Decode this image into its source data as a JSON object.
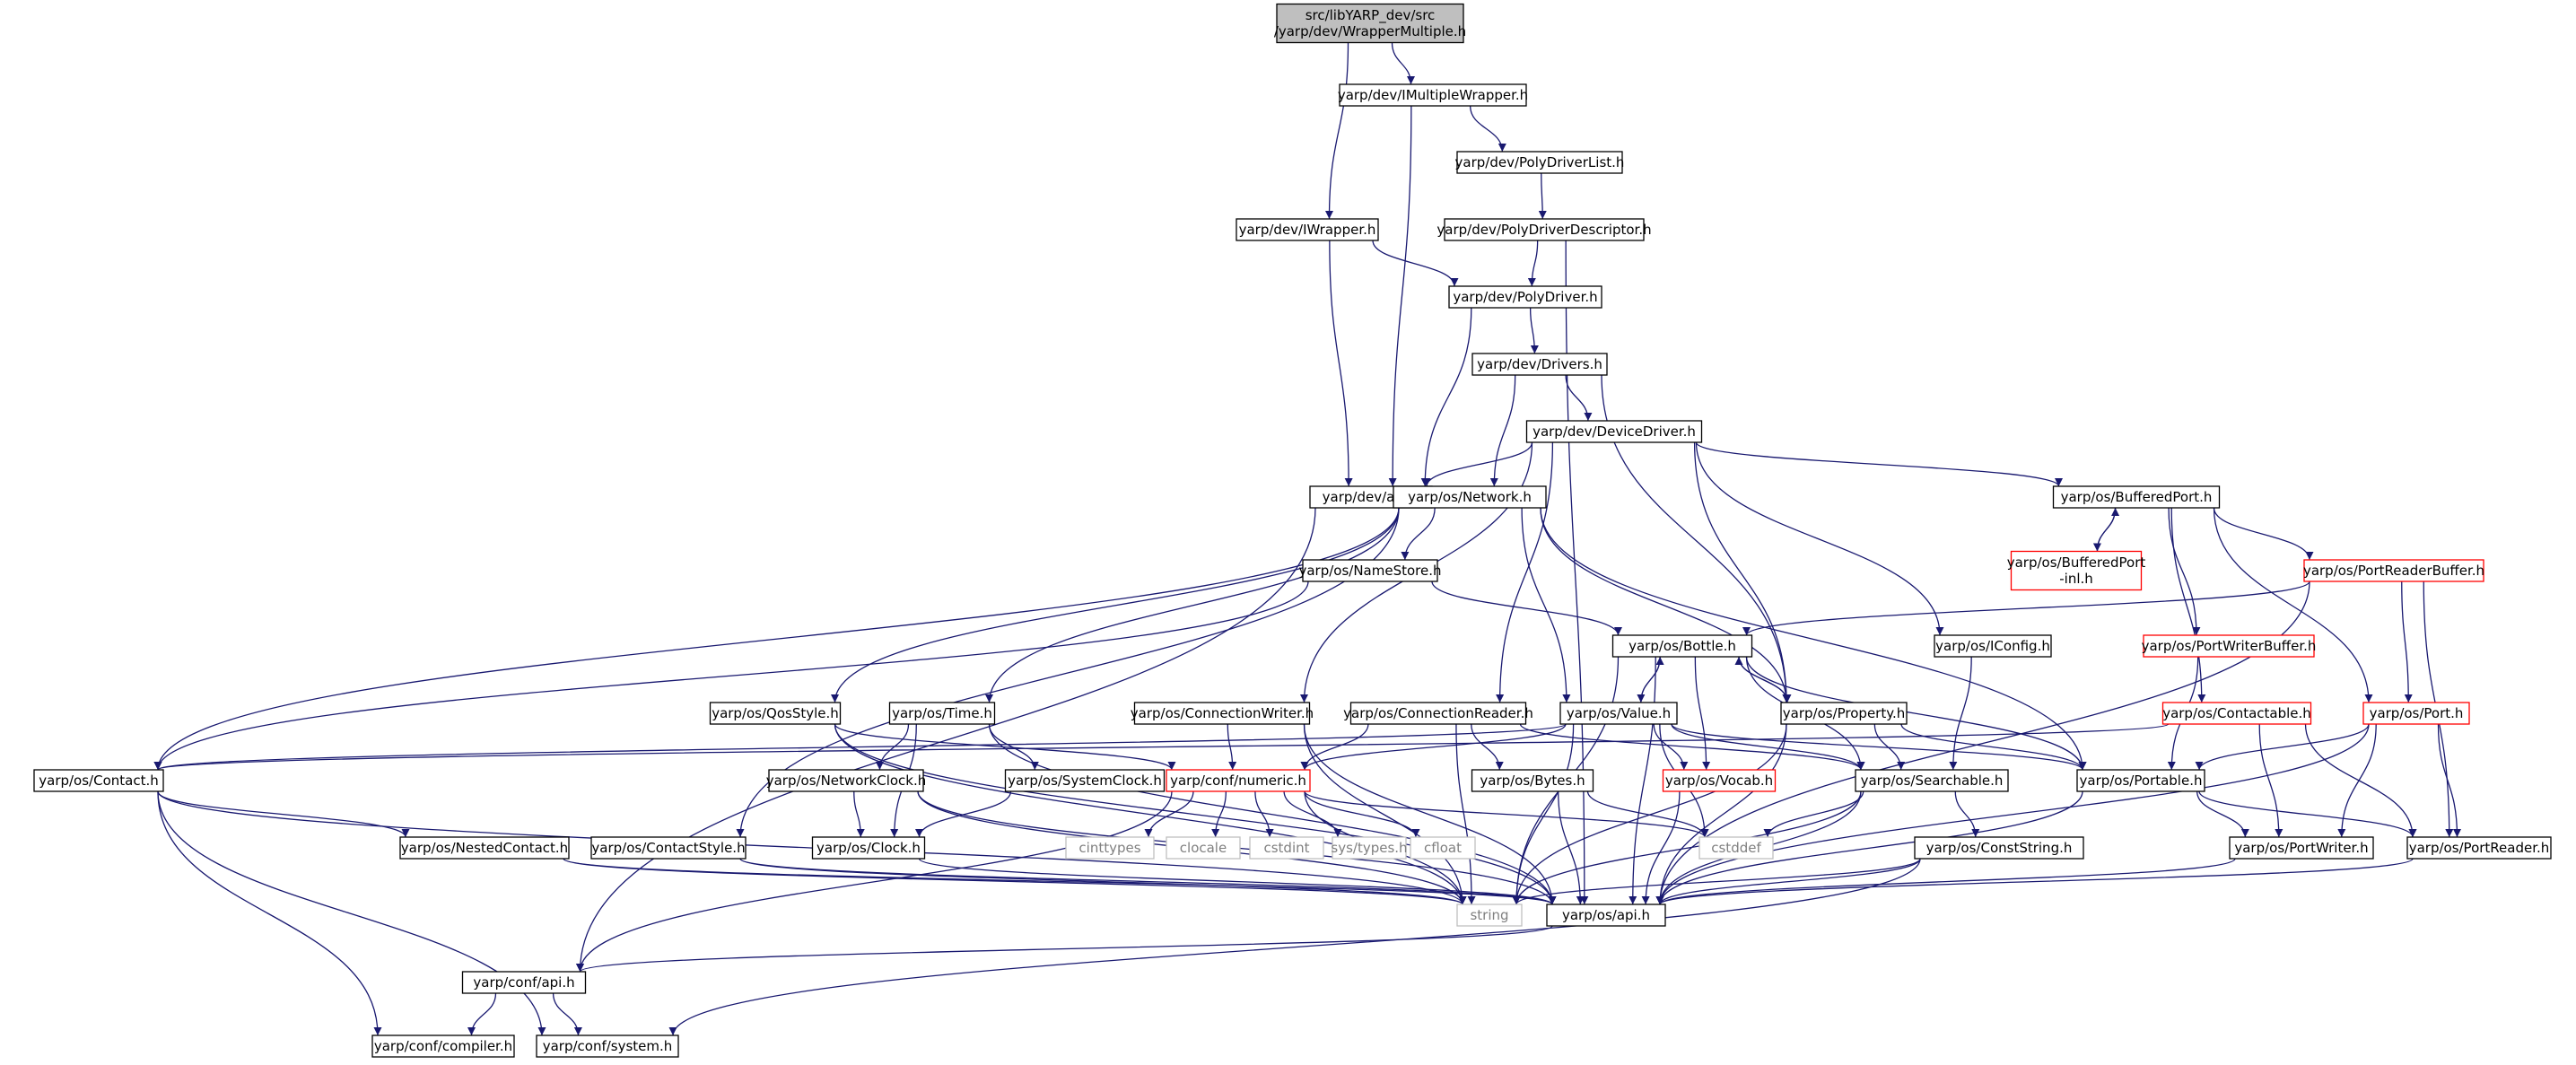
{
  "colors": {
    "edge": "#191970",
    "box_default": "#000000",
    "box_partial": "#ff0000",
    "box_external": "#bfbfbf",
    "root_fill": "#bfbfbf",
    "text": "#000000"
  },
  "nodes": [
    {
      "id": "root",
      "lines": [
        "src/libYARP_dev/src",
        "/yarp/dev/WrapperMultiple.h"
      ],
      "style": "root"
    },
    {
      "id": "imultiplewrapper",
      "lines": [
        "yarp/dev/IMultipleWrapper.h"
      ],
      "style": "default"
    },
    {
      "id": "polydriverlist",
      "lines": [
        "yarp/dev/PolyDriverList.h"
      ],
      "style": "default"
    },
    {
      "id": "polydriverdescriptor",
      "lines": [
        "yarp/dev/PolyDriverDescriptor.h"
      ],
      "style": "default"
    },
    {
      "id": "iwrapper",
      "lines": [
        "yarp/dev/IWrapper.h"
      ],
      "style": "default"
    },
    {
      "id": "polydriver",
      "lines": [
        "yarp/dev/PolyDriver.h"
      ],
      "style": "default"
    },
    {
      "id": "drivers",
      "lines": [
        "yarp/dev/Drivers.h"
      ],
      "style": "default"
    },
    {
      "id": "devicedriver",
      "lines": [
        "yarp/dev/DeviceDriver.h"
      ],
      "style": "default"
    },
    {
      "id": "devapi",
      "lines": [
        "yarp/dev/api.h"
      ],
      "style": "default"
    },
    {
      "id": "network",
      "lines": [
        "yarp/os/Network.h"
      ],
      "style": "default"
    },
    {
      "id": "bufferedport",
      "lines": [
        "yarp/os/BufferedPort.h"
      ],
      "style": "default"
    },
    {
      "id": "bufferedportinl",
      "lines": [
        "yarp/os/BufferedPort",
        "-inl.h"
      ],
      "style": "partial"
    },
    {
      "id": "portreaderbuffer",
      "lines": [
        "yarp/os/PortReaderBuffer.h"
      ],
      "style": "partial"
    },
    {
      "id": "namestore",
      "lines": [
        "yarp/os/NameStore.h"
      ],
      "style": "default"
    },
    {
      "id": "bottle",
      "lines": [
        "yarp/os/Bottle.h"
      ],
      "style": "default"
    },
    {
      "id": "iconfig",
      "lines": [
        "yarp/os/IConfig.h"
      ],
      "style": "default"
    },
    {
      "id": "portwriterbuffer",
      "lines": [
        "yarp/os/PortWriterBuffer.h"
      ],
      "style": "partial"
    },
    {
      "id": "qosstyle",
      "lines": [
        "yarp/os/QosStyle.h"
      ],
      "style": "default"
    },
    {
      "id": "time",
      "lines": [
        "yarp/os/Time.h"
      ],
      "style": "default"
    },
    {
      "id": "connectionwriter",
      "lines": [
        "yarp/os/ConnectionWriter.h"
      ],
      "style": "default"
    },
    {
      "id": "connectionreader",
      "lines": [
        "yarp/os/ConnectionReader.h"
      ],
      "style": "default"
    },
    {
      "id": "value",
      "lines": [
        "yarp/os/Value.h"
      ],
      "style": "default"
    },
    {
      "id": "property",
      "lines": [
        "yarp/os/Property.h"
      ],
      "style": "default"
    },
    {
      "id": "contactable",
      "lines": [
        "yarp/os/Contactable.h"
      ],
      "style": "partial"
    },
    {
      "id": "port",
      "lines": [
        "yarp/os/Port.h"
      ],
      "style": "partial"
    },
    {
      "id": "contact",
      "lines": [
        "yarp/os/Contact.h"
      ],
      "style": "default"
    },
    {
      "id": "networkclock",
      "lines": [
        "yarp/os/NetworkClock.h"
      ],
      "style": "default"
    },
    {
      "id": "systemclock",
      "lines": [
        "yarp/os/SystemClock.h"
      ],
      "style": "default"
    },
    {
      "id": "numeric",
      "lines": [
        "yarp/conf/numeric.h"
      ],
      "style": "partial"
    },
    {
      "id": "bytes",
      "lines": [
        "yarp/os/Bytes.h"
      ],
      "style": "default"
    },
    {
      "id": "vocab",
      "lines": [
        "yarp/os/Vocab.h"
      ],
      "style": "partial"
    },
    {
      "id": "searchable",
      "lines": [
        "yarp/os/Searchable.h"
      ],
      "style": "default"
    },
    {
      "id": "portable",
      "lines": [
        "yarp/os/Portable.h"
      ],
      "style": "default"
    },
    {
      "id": "nestedcontact",
      "lines": [
        "yarp/os/NestedContact.h"
      ],
      "style": "default"
    },
    {
      "id": "contactstyle",
      "lines": [
        "yarp/os/ContactStyle.h"
      ],
      "style": "default"
    },
    {
      "id": "clock",
      "lines": [
        "yarp/os/Clock.h"
      ],
      "style": "default"
    },
    {
      "id": "cinttypes",
      "lines": [
        "cinttypes"
      ],
      "style": "external"
    },
    {
      "id": "clocale",
      "lines": [
        "clocale"
      ],
      "style": "external"
    },
    {
      "id": "cstdint",
      "lines": [
        "cstdint"
      ],
      "style": "external"
    },
    {
      "id": "systypes",
      "lines": [
        "sys/types.h"
      ],
      "style": "external"
    },
    {
      "id": "cfloat",
      "lines": [
        "cfloat"
      ],
      "style": "external"
    },
    {
      "id": "cstddef",
      "lines": [
        "cstddef"
      ],
      "style": "external"
    },
    {
      "id": "conststring",
      "lines": [
        "yarp/os/ConstString.h"
      ],
      "style": "default"
    },
    {
      "id": "portwriter",
      "lines": [
        "yarp/os/PortWriter.h"
      ],
      "style": "default"
    },
    {
      "id": "portreader",
      "lines": [
        "yarp/os/PortReader.h"
      ],
      "style": "default"
    },
    {
      "id": "string",
      "lines": [
        "string"
      ],
      "style": "external"
    },
    {
      "id": "osapi",
      "lines": [
        "yarp/os/api.h"
      ],
      "style": "default"
    },
    {
      "id": "confapi",
      "lines": [
        "yarp/conf/api.h"
      ],
      "style": "default"
    },
    {
      "id": "compiler",
      "lines": [
        "yarp/conf/compiler.h"
      ],
      "style": "default"
    },
    {
      "id": "system",
      "lines": [
        "yarp/conf/system.h"
      ],
      "style": "default"
    }
  ],
  "edges": [
    [
      "root",
      "imultiplewrapper"
    ],
    [
      "root",
      "iwrapper"
    ],
    [
      "imultiplewrapper",
      "polydriverlist"
    ],
    [
      "imultiplewrapper",
      "devapi"
    ],
    [
      "polydriverlist",
      "polydriverdescriptor"
    ],
    [
      "polydriverdescriptor",
      "polydriver"
    ],
    [
      "polydriverdescriptor",
      "osapi"
    ],
    [
      "iwrapper",
      "polydriver"
    ],
    [
      "iwrapper",
      "devapi"
    ],
    [
      "polydriver",
      "drivers"
    ],
    [
      "polydriver",
      "devapi"
    ],
    [
      "drivers",
      "devicedriver"
    ],
    [
      "drivers",
      "network"
    ],
    [
      "drivers",
      "property"
    ],
    [
      "devicedriver",
      "devapi"
    ],
    [
      "devicedriver",
      "bufferedport"
    ],
    [
      "devicedriver",
      "iconfig"
    ],
    [
      "devicedriver",
      "property"
    ],
    [
      "devicedriver",
      "connectionwriter"
    ],
    [
      "devicedriver",
      "connectionreader"
    ],
    [
      "devapi",
      "confapi"
    ],
    [
      "network",
      "contact"
    ],
    [
      "network",
      "namestore"
    ],
    [
      "network",
      "qosstyle"
    ],
    [
      "network",
      "time"
    ],
    [
      "network",
      "value"
    ],
    [
      "network",
      "property"
    ],
    [
      "network",
      "portable"
    ],
    [
      "network",
      "contactstyle"
    ],
    [
      "bufferedport",
      "bufferedportinl"
    ],
    [
      "bufferedport",
      "portreaderbuffer"
    ],
    [
      "bufferedport",
      "portwriterbuffer"
    ],
    [
      "bufferedport",
      "contactable"
    ],
    [
      "bufferedport",
      "port"
    ],
    [
      "bufferedportinl",
      "bufferedport"
    ],
    [
      "portreaderbuffer",
      "bottle"
    ],
    [
      "portreaderbuffer",
      "port"
    ],
    [
      "portreaderbuffer",
      "portreader"
    ],
    [
      "portreaderbuffer",
      "osapi"
    ],
    [
      "namestore",
      "bottle"
    ],
    [
      "namestore",
      "contact"
    ],
    [
      "bottle",
      "value"
    ],
    [
      "bottle",
      "property"
    ],
    [
      "bottle",
      "vocab"
    ],
    [
      "bottle",
      "searchable"
    ],
    [
      "bottle",
      "portable"
    ],
    [
      "bottle",
      "string"
    ],
    [
      "bottle",
      "osapi"
    ],
    [
      "iconfig",
      "searchable"
    ],
    [
      "portwriterbuffer",
      "portable"
    ],
    [
      "qosstyle",
      "numeric"
    ],
    [
      "qosstyle",
      "string"
    ],
    [
      "qosstyle",
      "osapi"
    ],
    [
      "time",
      "clock"
    ],
    [
      "time",
      "networkclock"
    ],
    [
      "time",
      "systemclock"
    ],
    [
      "time",
      "osapi"
    ],
    [
      "connectionwriter",
      "numeric"
    ],
    [
      "connectionwriter",
      "string"
    ],
    [
      "connectionwriter",
      "osapi"
    ],
    [
      "connectionreader",
      "numeric"
    ],
    [
      "connectionreader",
      "bytes"
    ],
    [
      "connectionreader",
      "searchable"
    ],
    [
      "connectionreader",
      "string"
    ],
    [
      "value",
      "bottle"
    ],
    [
      "value",
      "contact"
    ],
    [
      "value",
      "vocab"
    ],
    [
      "value",
      "searchable"
    ],
    [
      "value",
      "portable"
    ],
    [
      "value",
      "string"
    ],
    [
      "value",
      "cstddef"
    ],
    [
      "value",
      "numeric"
    ],
    [
      "property",
      "bottle"
    ],
    [
      "property",
      "searchable"
    ],
    [
      "property",
      "portable"
    ],
    [
      "property",
      "string"
    ],
    [
      "property",
      "osapi"
    ],
    [
      "contactable",
      "contact"
    ],
    [
      "contactable",
      "portwriter"
    ],
    [
      "contactable",
      "portreader"
    ],
    [
      "port",
      "portable"
    ],
    [
      "port",
      "portwriter"
    ],
    [
      "port",
      "portreader"
    ],
    [
      "port",
      "osapi"
    ],
    [
      "contact",
      "nestedcontact"
    ],
    [
      "contact",
      "string"
    ],
    [
      "contact",
      "compiler"
    ],
    [
      "contact",
      "system"
    ],
    [
      "networkclock",
      "clock"
    ],
    [
      "networkclock",
      "string"
    ],
    [
      "networkclock",
      "osapi"
    ],
    [
      "systemclock",
      "clock"
    ],
    [
      "numeric",
      "cinttypes"
    ],
    [
      "numeric",
      "clocale"
    ],
    [
      "numeric",
      "cstdint"
    ],
    [
      "numeric",
      "systypes"
    ],
    [
      "numeric",
      "cfloat"
    ],
    [
      "numeric",
      "cstddef"
    ],
    [
      "numeric",
      "confapi"
    ],
    [
      "numeric",
      "string"
    ],
    [
      "bytes",
      "cstddef"
    ],
    [
      "bytes",
      "osapi"
    ],
    [
      "vocab",
      "osapi"
    ],
    [
      "searchable",
      "cstddef"
    ],
    [
      "searchable",
      "conststring"
    ],
    [
      "searchable",
      "string"
    ],
    [
      "searchable",
      "osapi"
    ],
    [
      "portable",
      "portwriter"
    ],
    [
      "portable",
      "portreader"
    ],
    [
      "portable",
      "osapi"
    ],
    [
      "nestedcontact",
      "string"
    ],
    [
      "nestedcontact",
      "osapi"
    ],
    [
      "contactstyle",
      "string"
    ],
    [
      "contactstyle",
      "osapi"
    ],
    [
      "clock",
      "osapi"
    ],
    [
      "conststring",
      "string"
    ],
    [
      "conststring",
      "system"
    ],
    [
      "conststring",
      "osapi"
    ],
    [
      "portwriter",
      "osapi"
    ],
    [
      "portreader",
      "osapi"
    ],
    [
      "osapi",
      "confapi"
    ],
    [
      "confapi",
      "compiler"
    ],
    [
      "confapi",
      "system"
    ]
  ]
}
